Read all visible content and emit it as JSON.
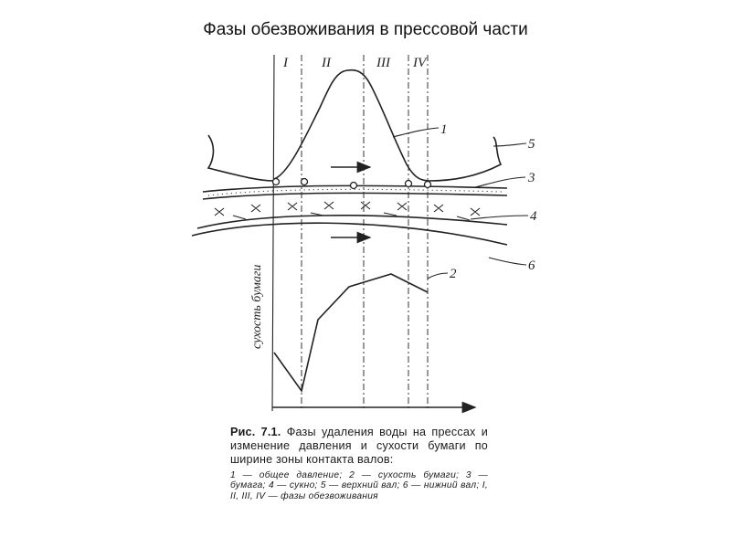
{
  "slide": {
    "title": "Фазы обезвоживания в прессовой части"
  },
  "diagram": {
    "phase_labels": [
      "I",
      "II",
      "III",
      "IV"
    ],
    "curve_labels": [
      "1",
      "2",
      "3",
      "4",
      "5",
      "6"
    ],
    "y_axis_label": "сухость бумаги"
  },
  "caption": {
    "fig_number": "Рис. 7.1.",
    "title": "Фазы удаления воды на прессах и изменение давления и сухости бумаги по ширине зоны контакта валов:",
    "legend": "1 — общее давление; 2 — сухость бумаги; 3 — бумага; 4 — сукно; 5 — верхний вал; 6 — нижний вал; I, II, III, IV — фазы обезвоживания"
  },
  "colors": {
    "ink": "#222222",
    "background": "#ffffff"
  }
}
